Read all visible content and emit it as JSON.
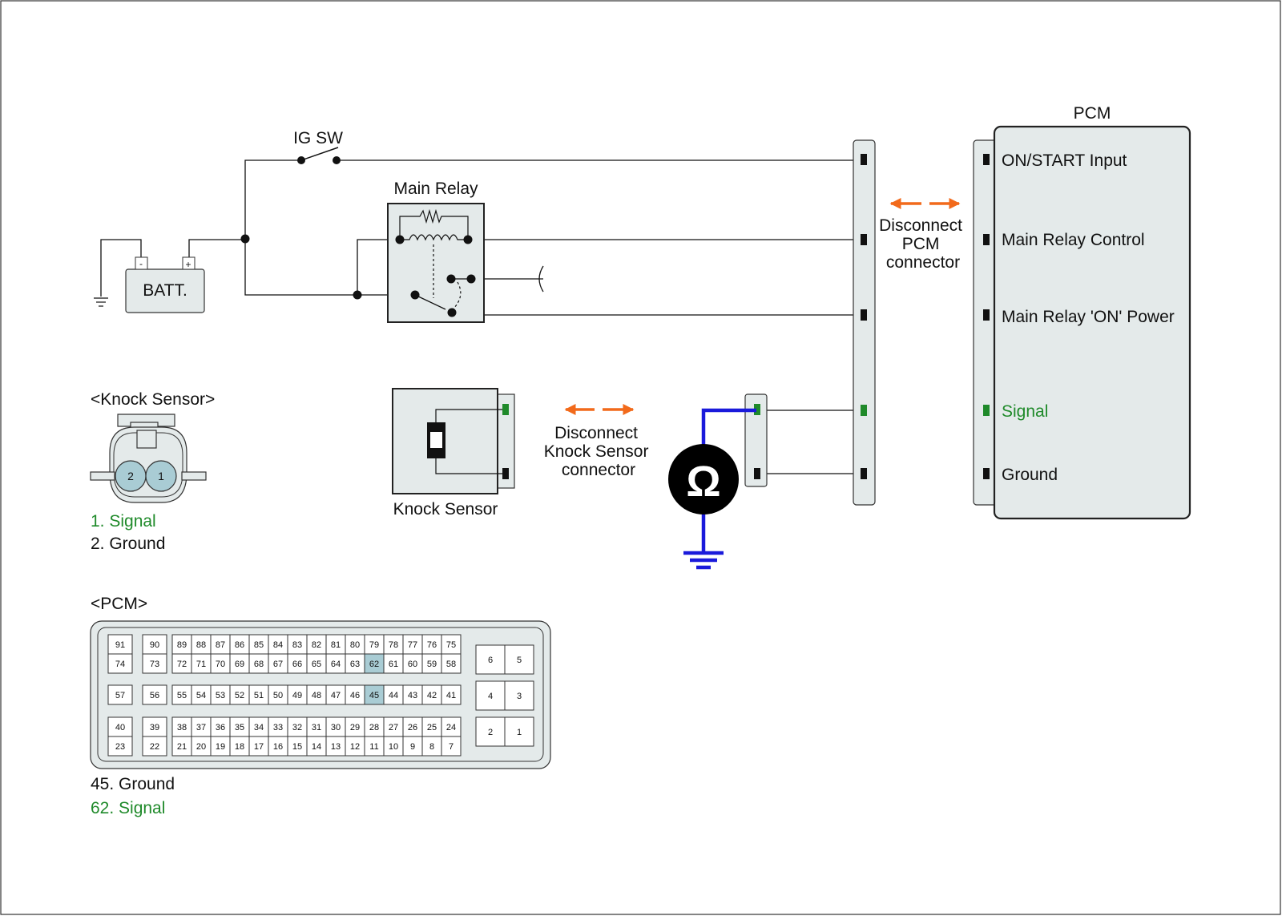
{
  "colors": {
    "connector_fill": "#e4eaea",
    "pin_highlight": "#a9ccd4",
    "signal_green": "#1f8a2a",
    "meter_blue": "#1a1adb",
    "arrow_orange": "#f26a1b",
    "outline": "#222222"
  },
  "circuit": {
    "ig_sw_label": "IG SW",
    "main_relay_label": "Main Relay",
    "battery_label": "BATT.",
    "battery_minus": "-",
    "battery_plus": "+",
    "knock_sensor_label": "Knock Sensor",
    "ohmmeter_symbol": "Ω",
    "disconnect_pcm": [
      "Disconnect",
      "PCM",
      "connector"
    ],
    "disconnect_knock": [
      "Disconnect",
      "Knock Sensor",
      "connector"
    ]
  },
  "pcm_module": {
    "title": "PCM",
    "terminals": [
      {
        "label": "ON/START Input",
        "color": "black"
      },
      {
        "label": "Main Relay Control",
        "color": "black"
      },
      {
        "label": "Main Relay 'ON' Power",
        "color": "black"
      },
      {
        "label": "Signal",
        "color": "green"
      },
      {
        "label": "Ground",
        "color": "black"
      }
    ]
  },
  "knock_connector": {
    "title": "<Knock Sensor>",
    "pin_left": "2",
    "pin_right": "1",
    "legend": [
      {
        "text": "1. Signal",
        "color": "green"
      },
      {
        "text": "2. Ground",
        "color": "black"
      }
    ]
  },
  "pcm_connector": {
    "title": "<PCM>",
    "single_pins": [
      {
        "top": "91",
        "bottom": "74"
      },
      {
        "top": "90",
        "bottom": "73"
      }
    ],
    "row_1_top": [
      "89",
      "88",
      "87",
      "86",
      "85",
      "84",
      "83",
      "82",
      "81",
      "80",
      "79",
      "78",
      "77",
      "76",
      "75"
    ],
    "row_1_bottom": [
      "72",
      "71",
      "70",
      "69",
      "68",
      "67",
      "66",
      "65",
      "64",
      "63",
      "62",
      "61",
      "60",
      "59",
      "58"
    ],
    "row_2_single": [
      "57",
      "56"
    ],
    "row_2": [
      "55",
      "54",
      "53",
      "52",
      "51",
      "50",
      "49",
      "48",
      "47",
      "46",
      "45",
      "44",
      "43",
      "42",
      "41"
    ],
    "row_3_single": [
      {
        "top": "40",
        "bottom": "23"
      },
      {
        "top": "39",
        "bottom": "22"
      }
    ],
    "row_3_top": [
      "38",
      "37",
      "36",
      "35",
      "34",
      "33",
      "32",
      "31",
      "30",
      "29",
      "28",
      "27",
      "26",
      "25",
      "24"
    ],
    "row_3_bottom": [
      "21",
      "20",
      "19",
      "18",
      "17",
      "16",
      "15",
      "14",
      "13",
      "12",
      "11",
      "10",
      "9",
      "8",
      "7"
    ],
    "right_block": [
      [
        "6",
        "5"
      ],
      [
        "4",
        "3"
      ],
      [
        "2",
        "1"
      ]
    ],
    "highlighted": [
      "62",
      "45"
    ],
    "legend": [
      {
        "text": "45. Ground",
        "color": "black"
      },
      {
        "text": "62. Signal",
        "color": "green"
      }
    ]
  }
}
